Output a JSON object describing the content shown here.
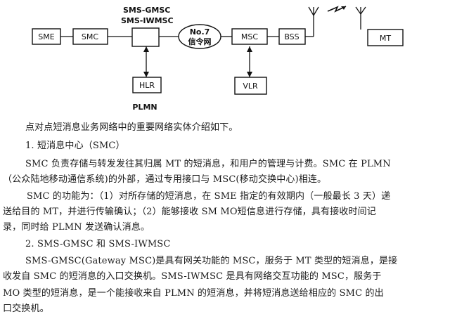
{
  "diagram": {
    "labels": {
      "sme": "SME",
      "smc": "SMC",
      "gateway_line1": "SMS-GMSC",
      "gateway_line2": "SMS-IWMSC",
      "no7_line1": "No.7",
      "no7_line2": "信令网",
      "msc": "MSC",
      "bss": "BSS",
      "mt": "MT",
      "hlr": "HLR",
      "vlr": "VLR",
      "plmn": "PLMN"
    }
  },
  "body": {
    "lines": [
      "点对点短消息业务网络中的重要网络实体介绍如下。",
      "1.   短消息中心（SMC）",
      "SMC 负责存储与转发发往其归属 MT 的短消息，和用户的管理与计费。SMC 在 PLMN",
      "（公众陆地移动通信系统)的外部，通过专用接口与 MSC(移动交换中心)相连。",
      "SMC 的功能为：（1）对所存储的短消息，在 SME 指定的有效期内（一般最长 3 天）递",
      "送给目的 MT，并进行传输确认；（2）能够接收 SM MO短信息进行存储，具有接收时间记",
      "录，同时给 PLMN 发送确认消息。",
      "2.   SMS-GMSC 和 SMS-IWMSC",
      "SMS-GMSC(Gateway MSC)是具有网关功能的 MSC，服务于 MT 类型的短消息，是接",
      "收发自 SMC 的短消息的入口交换机。SMS-IWMSC 是具有网络交互功能的 MSC，服务于",
      "MO 类型的短消息，是一个能接收来自 PLMN 的短消息，并将短消息送给相应的 SMC 的出",
      "口交换机。"
    ]
  }
}
